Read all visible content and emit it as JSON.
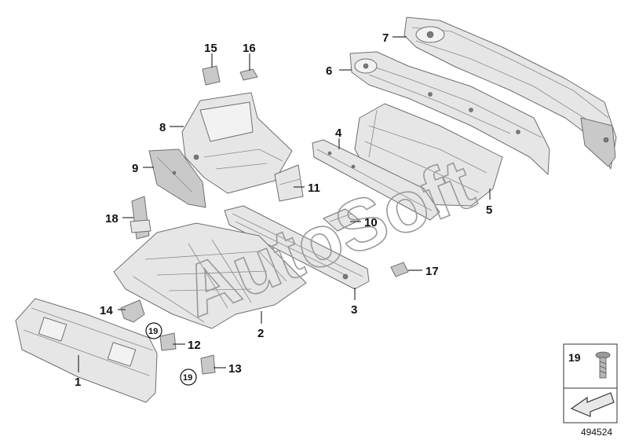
{
  "callouts": {
    "c1": "1",
    "c2": "2",
    "c3": "3",
    "c4": "4",
    "c5": "5",
    "c6": "6",
    "c7": "7",
    "c8": "8",
    "c9": "9",
    "c10": "10",
    "c11": "11",
    "c12": "12",
    "c13": "13",
    "c14": "14",
    "c15": "15",
    "c16": "16",
    "c17": "17",
    "c18": "18",
    "c19a": "19",
    "c19b": "19"
  },
  "legend": {
    "part_number": "19"
  },
  "watermark": "AutoSoft",
  "reference_number": "494524"
}
